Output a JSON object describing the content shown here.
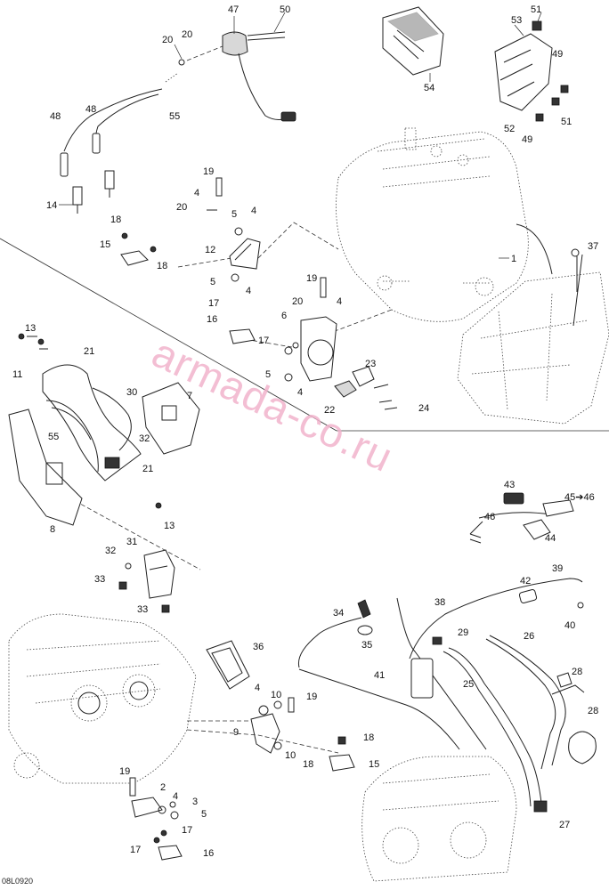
{
  "drawing_code": "08L0920",
  "watermark": "armada-co.ru",
  "callouts": {
    "c47": "47",
    "c50": "50",
    "c20a": "20",
    "c20b": "20",
    "c48a": "48",
    "c48b": "48",
    "c55a": "55",
    "c14": "14",
    "c54": "54",
    "c53": "53",
    "c51a": "51",
    "c49a": "49",
    "c52": "52",
    "c49b": "49",
    "c51b": "51",
    "c19a": "19",
    "c4a": "4",
    "c20c": "20",
    "c5a": "5",
    "c4b": "4",
    "c18a": "18",
    "c15a": "15",
    "c18b": "18",
    "c12": "12",
    "c5b": "5",
    "c4c": "4",
    "c1": "1",
    "c37": "37",
    "c17a": "17",
    "c16a": "16",
    "c17b": "17",
    "c19b": "19",
    "c20d": "20",
    "c4d": "4",
    "c6": "6",
    "c5c": "5",
    "c4e": "4",
    "c23": "23",
    "c22": "22",
    "c24": "24",
    "c13a": "13",
    "c11": "11",
    "c21a": "21",
    "c30": "30",
    "c7": "7",
    "c55b": "55",
    "c32a": "32",
    "c8": "8",
    "c21b": "21",
    "c13b": "13",
    "c31": "31",
    "c32b": "32",
    "c33a": "33",
    "c33b": "33",
    "c43": "43",
    "c45": "45",
    "c46a": "46",
    "c46b": "46",
    "c44": "44",
    "c42": "42",
    "c39": "39",
    "c40": "40",
    "c34": "34",
    "c35": "35",
    "c38": "38",
    "c29": "29",
    "c26": "26",
    "c41": "41",
    "c25": "25",
    "c36": "36",
    "c28a": "28",
    "c28b": "28",
    "c4f": "4",
    "c10a": "10",
    "c19c": "19",
    "c9": "9",
    "c10b": "10",
    "c18c": "18",
    "c18d": "18",
    "c15b": "15",
    "c2": "2",
    "c4g": "4",
    "c3": "3",
    "c19d": "19",
    "c5d": "5",
    "c17c": "17",
    "c17d": "17",
    "c16b": "16",
    "c27": "27"
  },
  "arrow_symbol": "➔"
}
